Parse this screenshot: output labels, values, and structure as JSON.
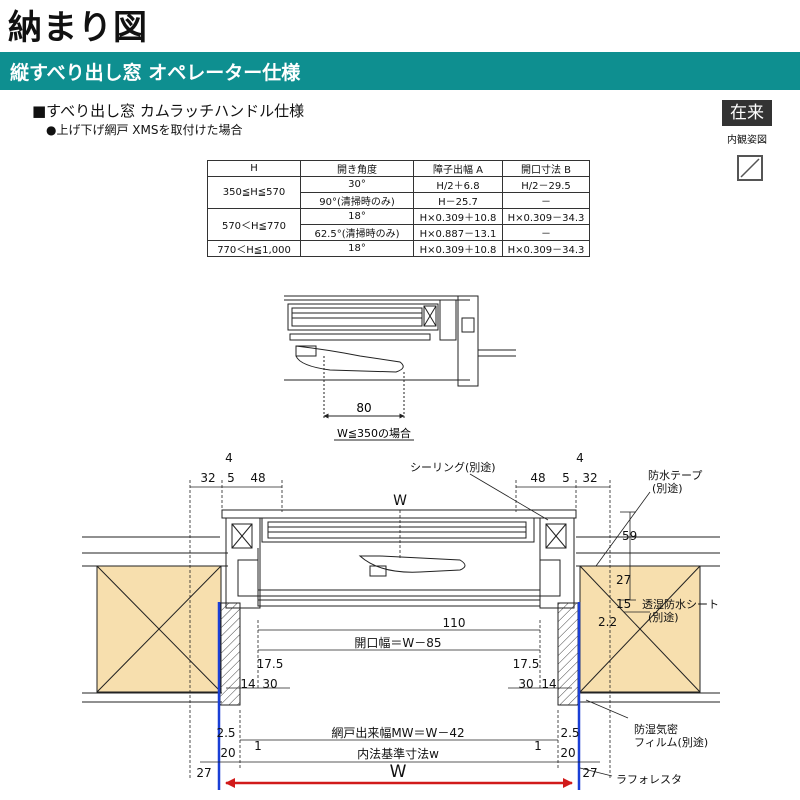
{
  "title": "納まり図",
  "banner": "縦すべり出し窓 オペレーター仕様",
  "section": {
    "heading": "■すべり出し窓 カムラッチハンドル仕様",
    "sub": "●上げ下げ網戸 XMSを取付けた場合"
  },
  "badge": {
    "label": "在来",
    "caption": "内観姿図"
  },
  "table": {
    "headers": [
      "H",
      "開き角度",
      "障子出幅 A",
      "開口寸法 B"
    ],
    "groups": [
      {
        "h": "350≦H≦570",
        "rows": [
          [
            "30°",
            "H/2＋6.8",
            "H/2－29.5"
          ],
          [
            "90°(清掃時のみ)",
            "H－25.7",
            "－"
          ]
        ]
      },
      {
        "h": "570＜H≦770",
        "rows": [
          [
            "18°",
            "H×0.309＋10.8",
            "H×0.309－34.3"
          ],
          [
            "62.5°(清掃時のみ)",
            "H×0.887－13.1",
            "－"
          ]
        ]
      },
      {
        "h": "770＜H≦1,000",
        "rows": [
          [
            "18°",
            "H×0.309＋10.8",
            "H×0.309－34.3"
          ]
        ]
      }
    ]
  },
  "detail": {
    "dim": "80",
    "caption": "W≦350の場合"
  },
  "dims": {
    "top_left": [
      "32",
      "5",
      "4",
      "48"
    ],
    "top_right": [
      "48",
      "5",
      "4",
      "32"
    ],
    "w_top": "W",
    "v59": "59",
    "v27": "27",
    "v15": "15",
    "v2_2": "2.2",
    "d110": "110",
    "opening": "開口幅＝W－85",
    "d17_5": "17.5",
    "d14": "14",
    "d30": "30",
    "d2_5": "2.5",
    "screen": "網戸出来幅MW＝W－42",
    "d20": "20",
    "d1": "1",
    "inner": "内法基準寸法w",
    "d27": "27",
    "w_bottom": "W"
  },
  "labels": {
    "sealing": "シーリング(別途)",
    "tape": [
      "防水テープ",
      "(別途)"
    ],
    "sheet": [
      "透湿防水シート",
      "(別途)"
    ],
    "film": [
      "防湿気密",
      "フィルム(別途)"
    ],
    "lath": "ラフォレスタ"
  },
  "colors": {
    "banner": "#0e8f90",
    "blue_line": "#1a3fd6",
    "red_arrow": "#d11a1a",
    "wood": "#f7dfae"
  }
}
